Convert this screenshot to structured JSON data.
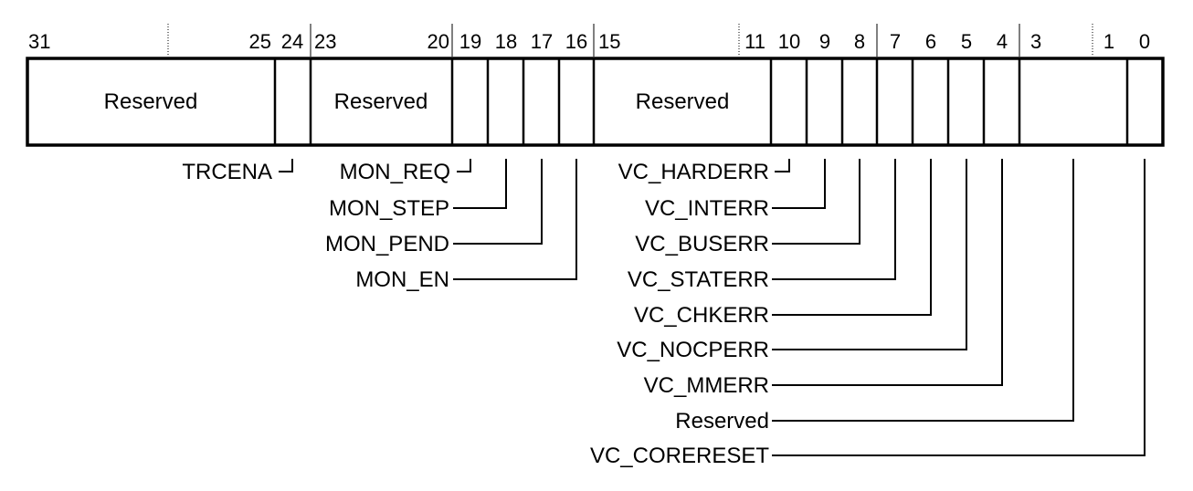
{
  "register": {
    "bit_numbers": [
      "31",
      "25",
      "24",
      "23",
      "20",
      "19",
      "18",
      "17",
      "16",
      "15",
      "11",
      "10",
      "9",
      "8",
      "7",
      "6",
      "5",
      "4",
      "3",
      "1",
      "0"
    ],
    "fields": [
      {
        "name": "Reserved",
        "bits": "31:25"
      },
      {
        "name": "TRCENA",
        "bits": "24"
      },
      {
        "name": "Reserved",
        "bits": "23:20"
      },
      {
        "name": "MON_REQ",
        "bits": "19"
      },
      {
        "name": "MON_STEP",
        "bits": "18"
      },
      {
        "name": "MON_PEND",
        "bits": "17"
      },
      {
        "name": "MON_EN",
        "bits": "16"
      },
      {
        "name": "Reserved",
        "bits": "15:11"
      },
      {
        "name": "VC_HARDERR",
        "bits": "10"
      },
      {
        "name": "VC_INTERR",
        "bits": "9"
      },
      {
        "name": "VC_BUSERR",
        "bits": "8"
      },
      {
        "name": "VC_STATERR",
        "bits": "7"
      },
      {
        "name": "VC_CHKERR",
        "bits": "6"
      },
      {
        "name": "VC_NOCPERR",
        "bits": "5"
      },
      {
        "name": "VC_MMERR",
        "bits": "4"
      },
      {
        "name": "Reserved",
        "bits": "3:1"
      },
      {
        "name": "VC_CORERESET",
        "bits": "0"
      }
    ]
  }
}
